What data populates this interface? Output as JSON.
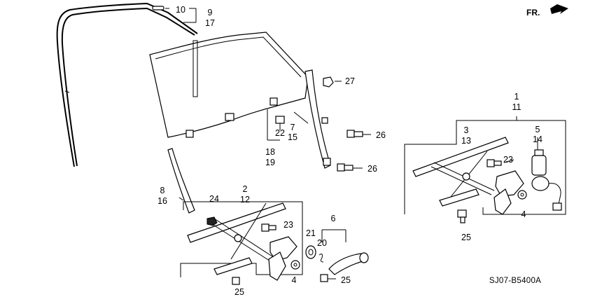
{
  "labels": {
    "l1": "1",
    "l2": "2",
    "l3": "3",
    "l4a": "4",
    "l4b": "4",
    "l5": "5",
    "l6": "6",
    "l7": "7",
    "l8": "8",
    "l9": "9",
    "l10": "10",
    "l11": "11",
    "l12": "12",
    "l13": "13",
    "l14": "14",
    "l15": "15",
    "l16": "16",
    "l17": "17",
    "l18": "18",
    "l19": "19",
    "l20": "20",
    "l21": "21",
    "l22": "22",
    "l23a": "23",
    "l23b": "23",
    "l24": "24",
    "l25a": "25",
    "l25b": "25",
    "l25c": "25",
    "l26a": "26",
    "l26b": "26",
    "l27": "27"
  },
  "direction_label": "FR.",
  "diagram_code": "SJ07-B5400A"
}
